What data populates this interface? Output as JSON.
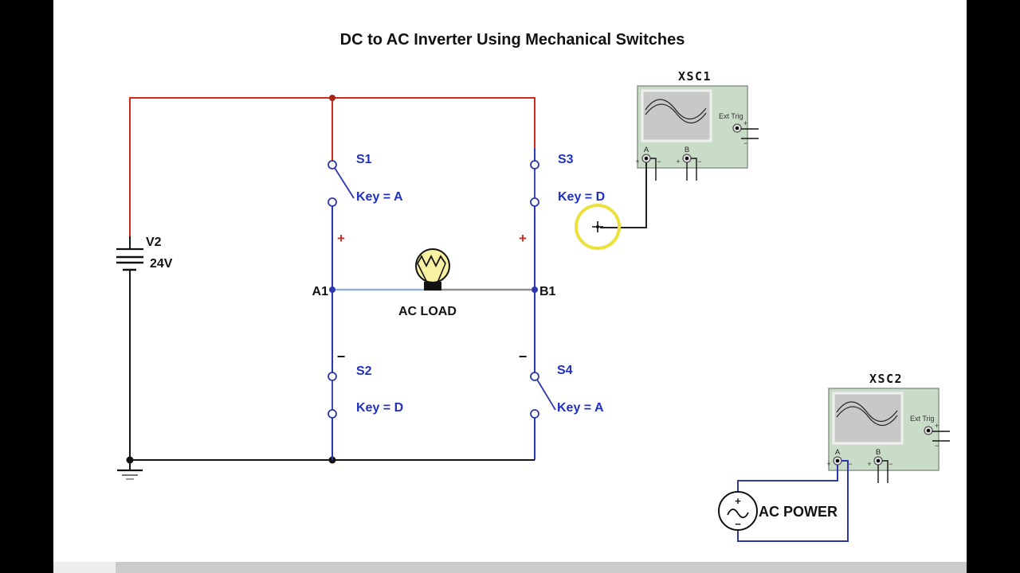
{
  "title": "DC to AC Inverter Using Mechanical Switches",
  "colors": {
    "wireRed": "#cf2a1b",
    "wireBlue": "#2c37ae",
    "labelBlue": "#2030c4",
    "lightBlue": "#8fb3d9",
    "grayWire": "#8e8e96",
    "scopeBody": "#c9dcc7",
    "scopeBorder": "#8a968a",
    "scopeScreen": "#c8c8c8",
    "bulbYellow": "#f8f1a2",
    "highlight": "#ece13c",
    "scrollTrack": "#ededed",
    "scrollThumb": "#cbcbcb"
  },
  "battery": {
    "ref": "V2",
    "value": "24V"
  },
  "nodes": {
    "a1": "A1",
    "b1": "B1"
  },
  "load": {
    "label": "AC LOAD"
  },
  "polarity": {
    "plus": "+",
    "minus": "−"
  },
  "switches": {
    "s1": {
      "ref": "S1",
      "key": "Key = A"
    },
    "s2": {
      "ref": "S2",
      "key": "Key = D"
    },
    "s3": {
      "ref": "S3",
      "key": "Key = D"
    },
    "s4": {
      "ref": "S4",
      "key": "Key = A"
    }
  },
  "scopes": {
    "xsc1": {
      "name": "XSC1",
      "ext_trig": "Ext Trig",
      "ch_a": "A",
      "ch_b": "B"
    },
    "xsc2": {
      "name": "XSC2",
      "ext_trig": "Ext Trig",
      "ch_a": "A",
      "ch_b": "B"
    }
  },
  "ac_source": {
    "label": "AC POWER"
  }
}
